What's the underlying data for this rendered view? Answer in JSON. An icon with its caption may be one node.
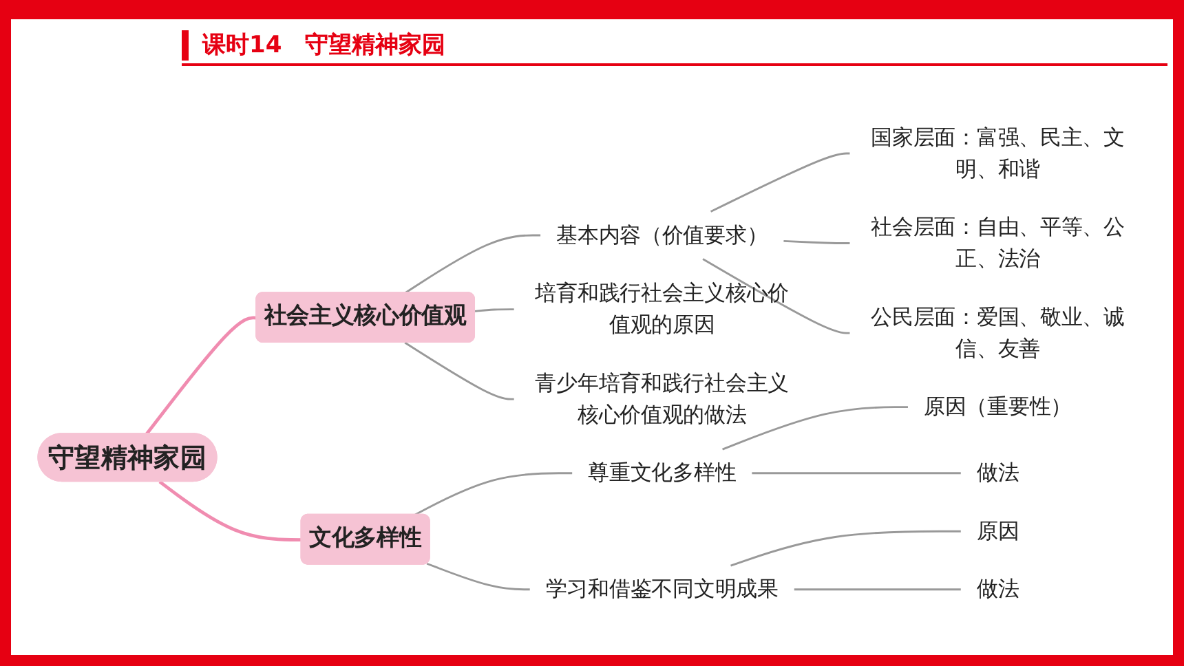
{
  "diagram": {
    "title": "课时14　守望精神家园",
    "nodes": [
      {
        "text": [
          "守望精神家园"
        ]
      },
      {
        "text": [
          "社会主义核心价值观"
        ]
      },
      {
        "text": [
          "基本内容（价值要求）"
        ]
      },
      {
        "text": [
          "国家层面：富强、民主、文明、和谐"
        ]
      },
      {
        "text": [
          "社会层面：自由、平等、公正、法治"
        ]
      },
      {
        "text": [
          "公民层面：爱国、敬业、诚信、友善"
        ]
      },
      {
        "text": [
          "培育和践行社会主义核心价值观的原因"
        ]
      },
      {
        "text": [
          "青少年培育和践行社会主义核心价值观的做法"
        ]
      },
      {
        "text": [
          "文化多样性"
        ]
      },
      {
        "text": [
          "尊重文化多样性"
        ]
      },
      {
        "text": [
          "原因（重要性）"
        ]
      },
      {
        "text": [
          "做法"
        ]
      },
      {
        "text": [
          "学习和借鉴不同文明成果"
        ]
      },
      {
        "text": [
          "原因"
        ]
      },
      {
        "text": [
          "做法"
        ]
      }
    ],
    "edges": [
      {
        "from": 0,
        "to": 1,
        "arrow": "none",
        "color": "#f08cb0"
      },
      {
        "from": 1,
        "to": 2,
        "arrow": "none"
      },
      {
        "from": 2,
        "to": 3,
        "arrow": "none"
      },
      {
        "from": 2,
        "to": 4,
        "arrow": "none"
      },
      {
        "from": 2,
        "to": 5,
        "arrow": "none"
      },
      {
        "from": 1,
        "to": 6,
        "arrow": "none"
      },
      {
        "from": 1,
        "to": 7,
        "arrow": "none"
      },
      {
        "from": 0,
        "to": 8,
        "arrow": "none",
        "color": "#f08cb0"
      },
      {
        "from": 8,
        "to": 9,
        "arrow": "none"
      },
      {
        "from": 9,
        "to": 10,
        "arrow": "none"
      },
      {
        "from": 9,
        "to": 11,
        "arrow": "none"
      },
      {
        "from": 8,
        "to": 12,
        "arrow": "none"
      },
      {
        "from": 12,
        "to": 13,
        "arrow": "none"
      },
      {
        "from": 12,
        "to": 14,
        "arrow": "none"
      }
    ]
  }
}
